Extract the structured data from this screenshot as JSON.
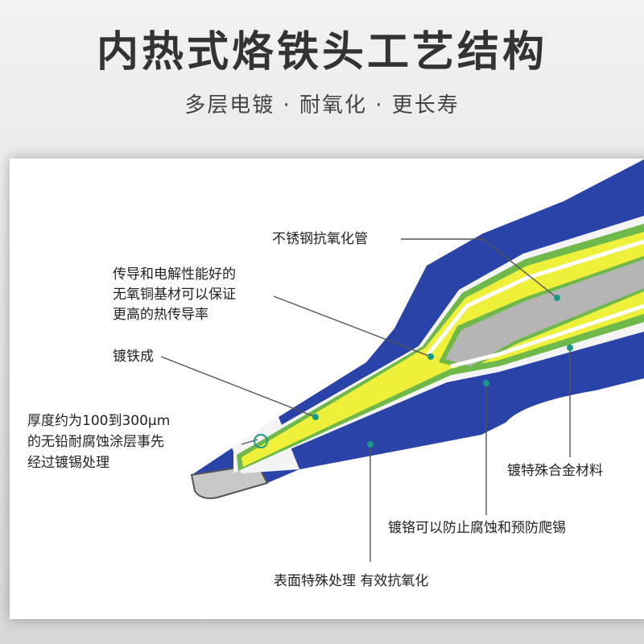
{
  "header": {
    "title": "内热式烙铁头工艺结构",
    "subtitle": "多层电镀 · 耐氧化 · 更长寿"
  },
  "labels": {
    "stainless_tube": "不锈钢抗氧化管",
    "copper_line1": "传导和电解性能好的",
    "copper_line2": "无氧铜基材可以保证",
    "copper_line3": "更高的热传导率",
    "iron_plating": "镀铁成",
    "coating_line1": "厚度约为100到300μm",
    "coating_line2": "的无铅耐腐蚀涂层事先",
    "coating_line3": "经过镀锡处理",
    "alloy_plating": "镀特殊合金材料",
    "chrome_plating": "镀铬可以防止腐蚀和预防爬锡",
    "surface_treatment": "表面特殊处理 有效抗氧化"
  },
  "colors": {
    "outer_blue": "#2a43a8",
    "white_layer": "#f4f4f4",
    "green_layer": "#6fb84a",
    "yellow_core": "#eef03a",
    "gray_tube": "#b5b5b5",
    "tip_gray": "#c8c8c8",
    "marker_teal": "#1a9a86"
  }
}
